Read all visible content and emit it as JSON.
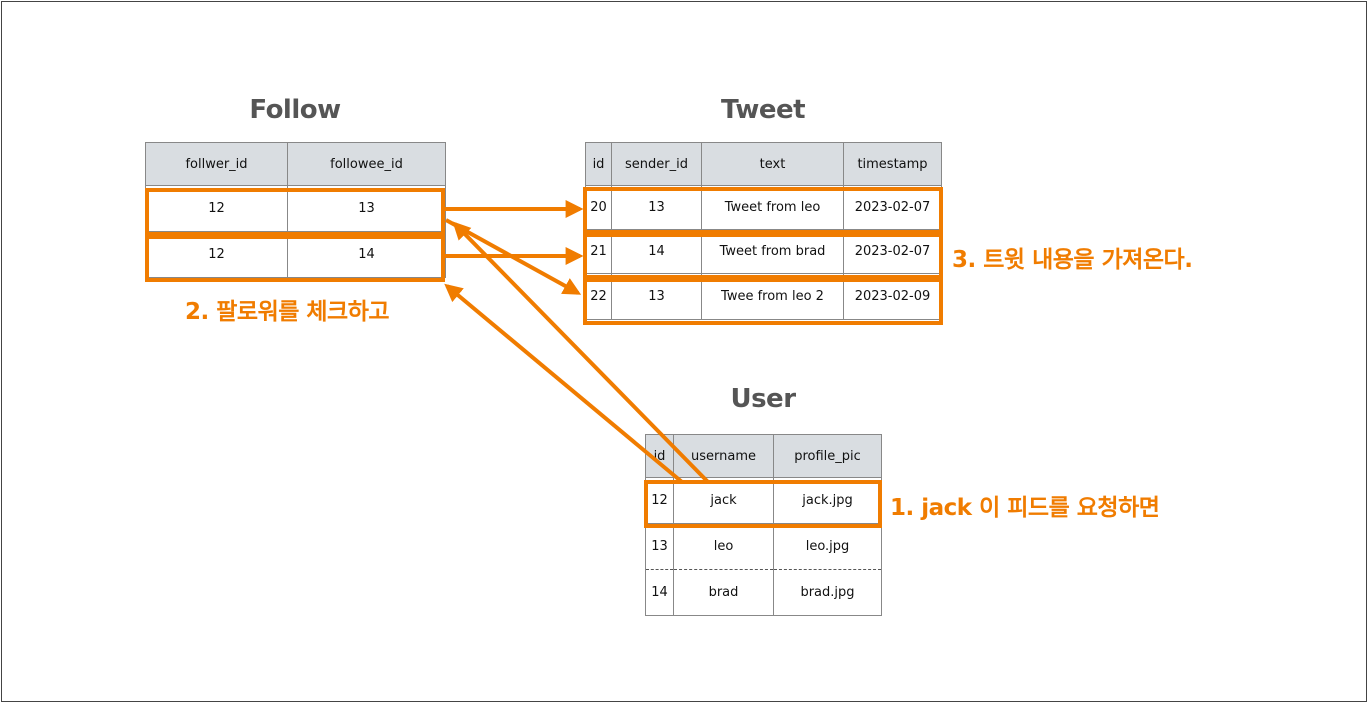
{
  "follow": {
    "title": "Follow",
    "headers": [
      "follwer_id",
      "followee_id"
    ],
    "rows": [
      [
        "12",
        "13"
      ],
      [
        "12",
        "14"
      ]
    ]
  },
  "tweet": {
    "title": "Tweet",
    "headers": [
      "id",
      "sender_id",
      "text",
      "timestamp"
    ],
    "rows": [
      [
        "20",
        "13",
        "Tweet from leo",
        "2023-02-07"
      ],
      [
        "21",
        "14",
        "Tweet from brad",
        "2023-02-07"
      ],
      [
        "22",
        "13",
        "Twee from leo 2",
        "2023-02-09"
      ]
    ]
  },
  "user": {
    "title": "User",
    "headers": [
      "id",
      "username",
      "profile_pic"
    ],
    "rows": [
      [
        "12",
        "jack",
        "jack.jpg"
      ],
      [
        "13",
        "leo",
        "leo.jpg"
      ],
      [
        "14",
        "brad",
        "brad.jpg"
      ]
    ]
  },
  "notes": {
    "step1": "1. jack 이 피드를 요청하면",
    "step2": "2. 팔로워를 체크하고",
    "step3": "3. 트윗 내용을 가져온다."
  },
  "accent_color": "#f07c00"
}
